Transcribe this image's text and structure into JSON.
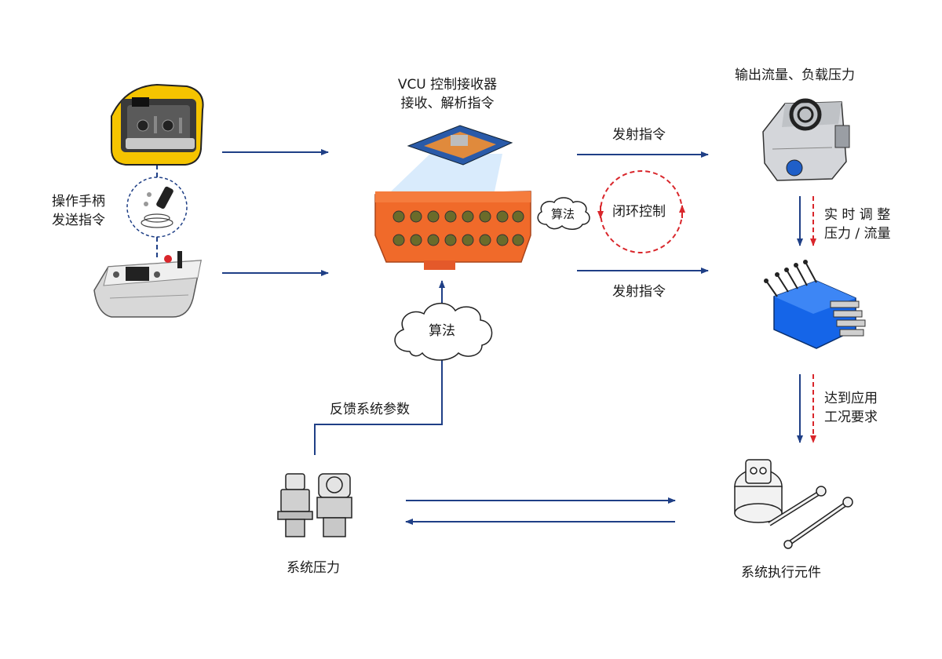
{
  "labels": {
    "vcu_line1": "VCU 控制接收器",
    "vcu_line2": "接收、解析指令",
    "handle_line1": "操作手柄",
    "handle_line2": "发送指令",
    "emit_top": "发射指令",
    "emit_bottom": "发射指令",
    "algo_small": "算法",
    "closed_loop": "闭环控制",
    "algo_cloud": "算法",
    "feedback": "反馈系统参数",
    "output_flow": "输出流量、负载压力",
    "adjust_line1": "实 时 调 整",
    "adjust_line2": "压力 / 流量",
    "reach_line1": "达到应用",
    "reach_line2": "工况要求",
    "sys_pressure": "系统压力",
    "actuators": "系统执行元件"
  },
  "colors": {
    "flow_blue": "#1f3f86",
    "loop_red": "#d9262b",
    "vcu_orange": "#f06a2a",
    "valve_blue": "#1565e8"
  }
}
